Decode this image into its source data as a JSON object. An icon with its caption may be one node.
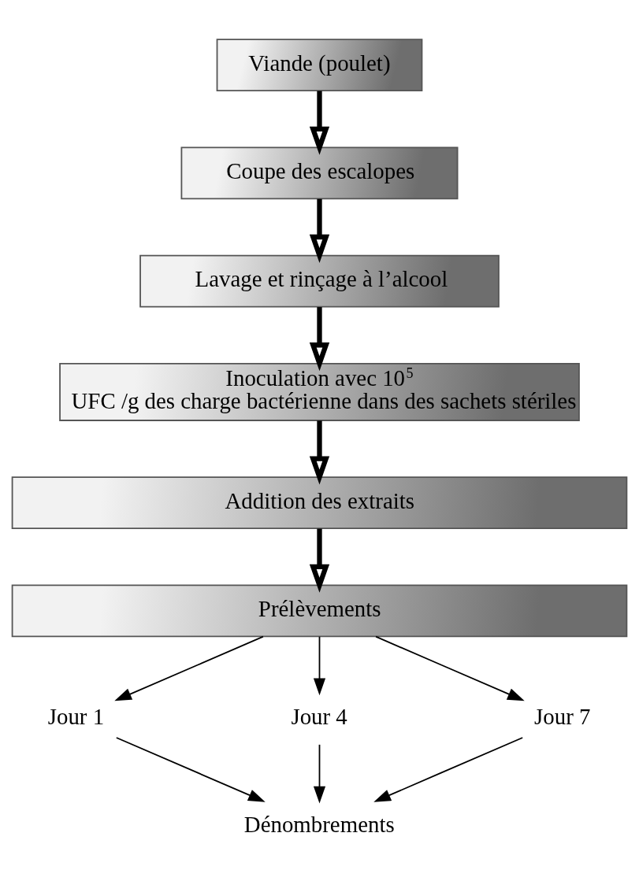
{
  "diagram": {
    "nodes": [
      {
        "text": [
          "Viande (poulet)"
        ]
      },
      {
        "text": [
          "Coupe des escalopes"
        ]
      },
      {
        "text": [
          "Lavage et rinçage à l’alcool"
        ]
      },
      {
        "text": [
          "Inoculation avec 10$^{5}$ UFC /g des charge bactérienne dans des sachets stériles"
        ]
      },
      {
        "text": [
          "Addition des extraits"
        ]
      },
      {
        "text": [
          "Prélèvements"
        ]
      },
      {
        "text": [
          "Jour 1"
        ]
      },
      {
        "text": [
          "Jour 4"
        ]
      },
      {
        "text": [
          "Jour 7"
        ]
      },
      {
        "text": [
          "Dénombrements"
        ]
      }
    ],
    "edges": [
      {
        "from": 0,
        "to": 1,
        "arrow": "to",
        "style": "thick"
      },
      {
        "from": 1,
        "to": 2,
        "arrow": "to",
        "style": "thick"
      },
      {
        "from": 2,
        "to": 3,
        "arrow": "to",
        "style": "thick"
      },
      {
        "from": 3,
        "to": 4,
        "arrow": "to",
        "style": "thick"
      },
      {
        "from": 4,
        "to": 5,
        "arrow": "to",
        "style": "thick"
      },
      {
        "from": 5,
        "to": 6,
        "arrow": "to"
      },
      {
        "from": 5,
        "to": 7,
        "arrow": "to"
      },
      {
        "from": 5,
        "to": 8,
        "arrow": "to"
      },
      {
        "from": 6,
        "to": 9,
        "arrow": "to"
      },
      {
        "from": 7,
        "to": 9,
        "arrow": "to"
      },
      {
        "from": 8,
        "to": 9,
        "arrow": "to"
      }
    ]
  }
}
